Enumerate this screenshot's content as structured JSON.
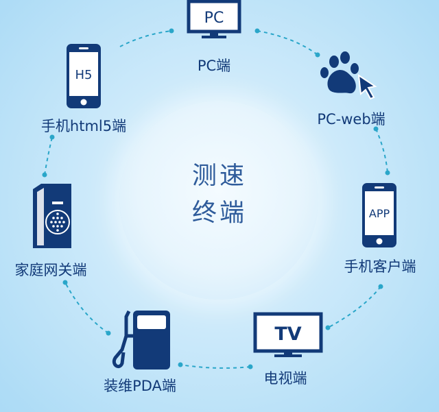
{
  "center": {
    "line1": "测速",
    "line2": "终端"
  },
  "nodes": [
    {
      "id": "pc",
      "icon": "monitor-icon",
      "icon_text": "PC",
      "label": "PC端"
    },
    {
      "id": "pc-web",
      "icon": "paw-cursor-icon",
      "label": "PC-web端"
    },
    {
      "id": "app",
      "icon": "smartphone-icon",
      "icon_text": "APP",
      "label": "手机客户端"
    },
    {
      "id": "tv",
      "icon": "tv-icon",
      "icon_text": "TV",
      "label": "电视端"
    },
    {
      "id": "pda",
      "icon": "fuel-pump-icon",
      "label": "装维PDA端"
    },
    {
      "id": "gateway",
      "icon": "home-gateway-icon",
      "label": "家庭网关端"
    },
    {
      "id": "h5",
      "icon": "smartphone-icon",
      "icon_text": "H5",
      "label": "手机html5端"
    }
  ],
  "colors": {
    "icon": "#123a78",
    "line": "#2aa6c9",
    "text": "#123a78",
    "center_text": "#2f5c9b"
  }
}
